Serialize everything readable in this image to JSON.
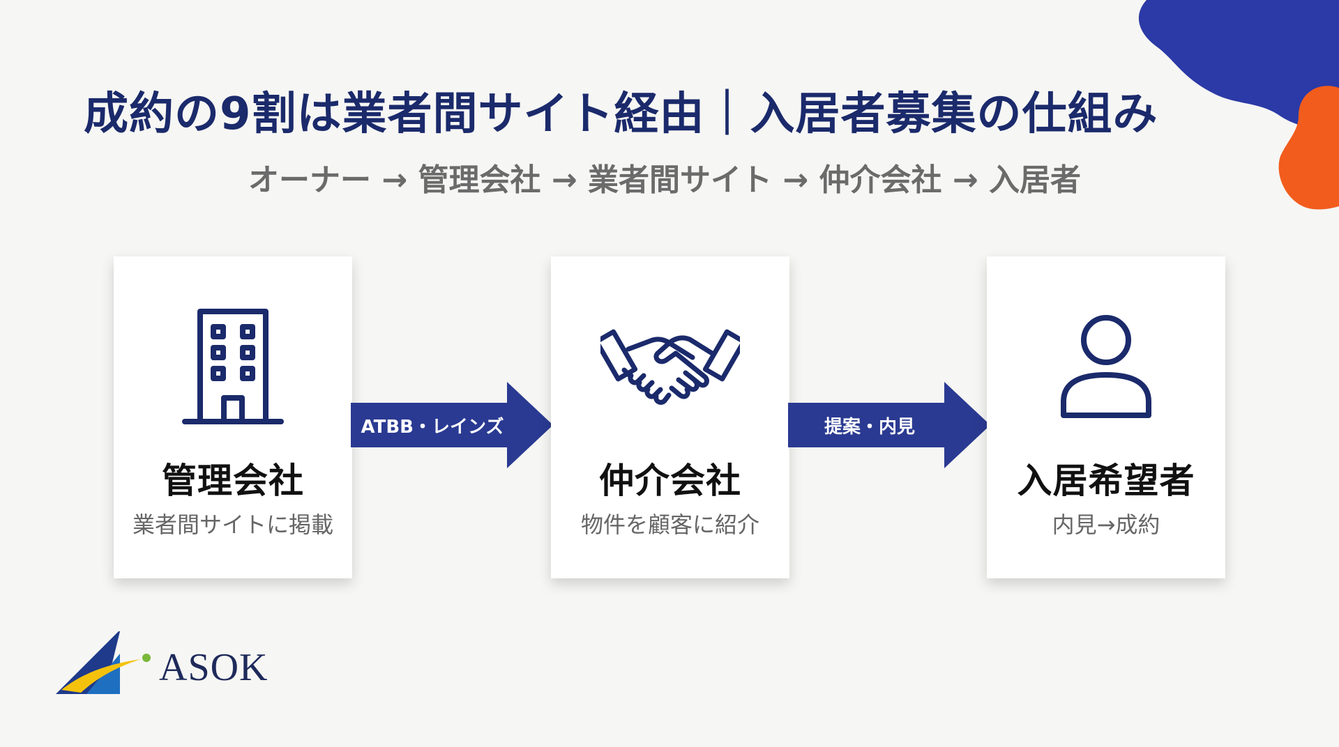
{
  "title": "成約の9割は業者間サイト経由｜入居者募集の仕組み",
  "subtitle": "オーナー → 管理会社 → 業者間サイト → 仲介会社 → 入居者",
  "cards": [
    {
      "label": "管理会社",
      "desc": "業者間サイトに掲載",
      "icon": "building-icon"
    },
    {
      "label": "仲介会社",
      "desc": "物件を顧客に紹介",
      "icon": "handshake-icon"
    },
    {
      "label": "入居希望者",
      "desc": "内見→成約",
      "icon": "person-icon"
    }
  ],
  "arrows": [
    {
      "label": "ATBB・レインズ"
    },
    {
      "label": "提案・内見"
    }
  ],
  "logo": {
    "text": "ASOK"
  },
  "colors": {
    "navy": "#1b2a6b",
    "arrow_blue": "#2a3a92",
    "blob_blue": "#2b3aa6",
    "blob_orange": "#f25c1c",
    "logo_yellow": "#f4c20d",
    "logo_green": "#7ab83a"
  }
}
